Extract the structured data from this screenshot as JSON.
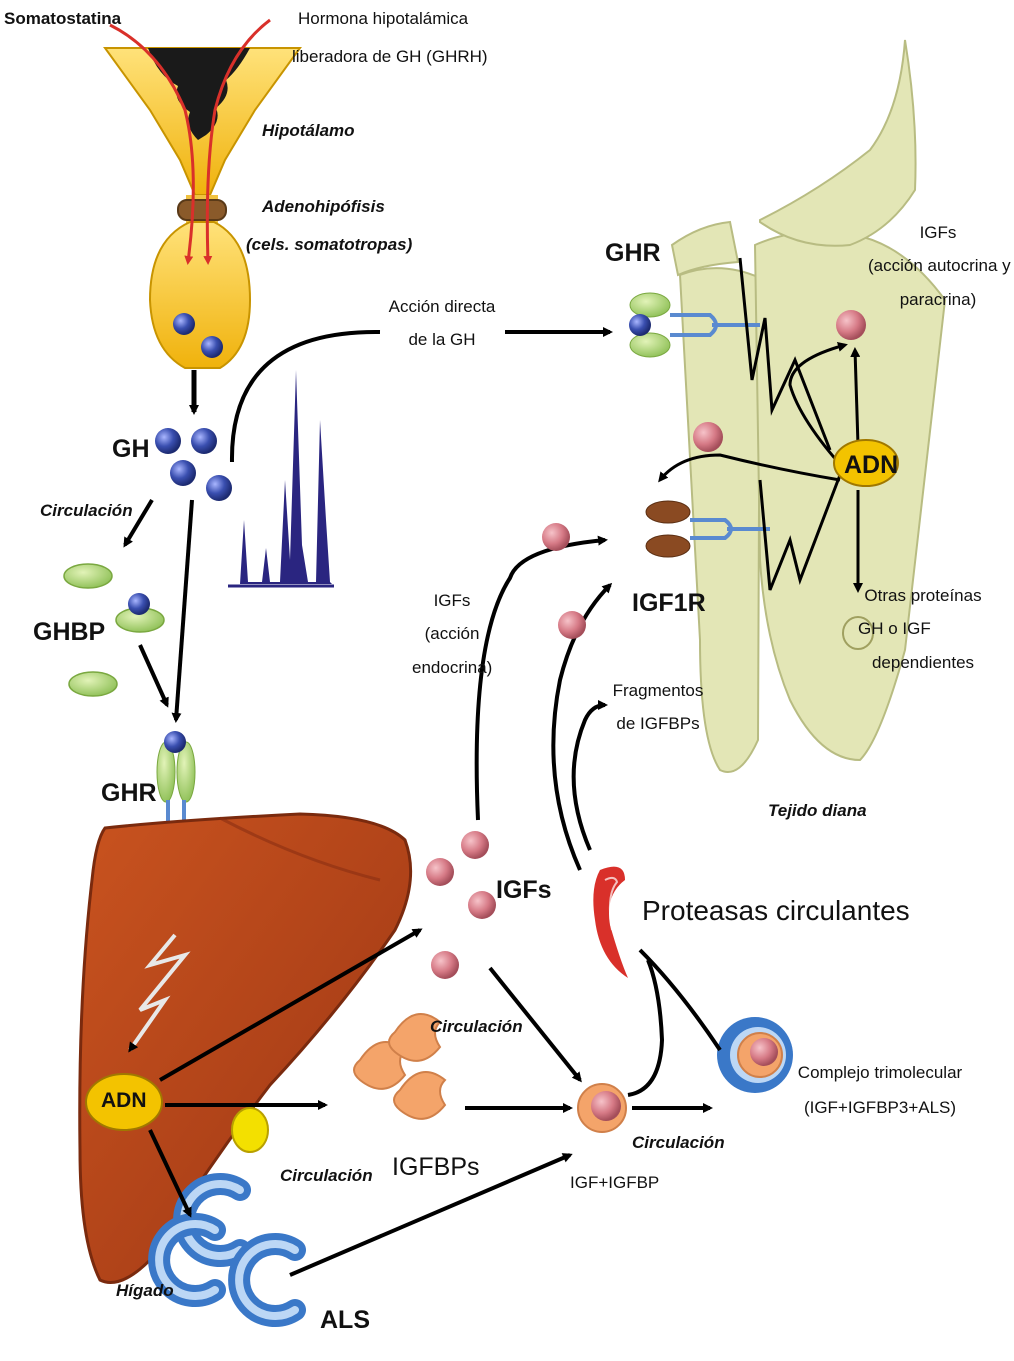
{
  "labels": {
    "somatostatina": "Somatostatina",
    "ghrh_line1": "Hormona hipotalámica",
    "ghrh_line2": "liberadora de GH (GHRH)",
    "hipotalamo": "Hipotálamo",
    "adeno_line1": "Adenohipófisis",
    "adeno_line2": "(cels. somatotropas)",
    "gh": "GH",
    "circulacion": "Circulación",
    "ghbp": "GHBP",
    "ghr": "GHR",
    "accion_line1": "Acción directa",
    "accion_line2": "de la GH",
    "ghr_target": "GHR",
    "igfs_auto_line1": "IGFs",
    "igfs_auto_line2": "(acción autocrina y",
    "igfs_auto_line3": "paracrina)",
    "adn_target": "ADN",
    "igf1r": "IGF1R",
    "otras_line1": "Otras proteínas",
    "otras_line2": "GH o IGF",
    "otras_line3": "dependientes",
    "igfs_endo_line1": "IGFs",
    "igfs_endo_line2": "(acción",
    "igfs_endo_line3": "endocrina)",
    "frag_line1": "Fragmentos",
    "frag_line2": "de IGFBPs",
    "tejido": "Tejido diana",
    "igfs": "IGFs",
    "proteasas": "Proteasas circulantes",
    "circulacion_2": "Circulación",
    "adn_liver": "ADN",
    "igfbps": "IGFBPs",
    "circulacion_3": "Circulación",
    "igf_igfbp": "IGF+IGFBP",
    "circulacion_4": "Circulación",
    "complejo_line1": "Complejo trimolecular",
    "complejo_line2": "(IGF+IGFBP3+ALS)",
    "higado": "Hígado",
    "als": "ALS"
  },
  "colors": {
    "pituitary": "#f5c21a",
    "hypothalamus_dark": "#1a1a1a",
    "gh_sphere": "#3a4fb0",
    "ghbp": "#a8d070",
    "igf_sphere": "#d67a86",
    "liver": "#b5431c",
    "liver_dark": "#8a2e12",
    "bone": "#e3e6b6",
    "adn": "#f3c300",
    "igfbp": "#f4a46a",
    "als": "#3a78c8",
    "igf1r": "#8a4a22",
    "arrow": "#000000",
    "signal_red": "#d9302a",
    "pulse": "#2a2580"
  }
}
